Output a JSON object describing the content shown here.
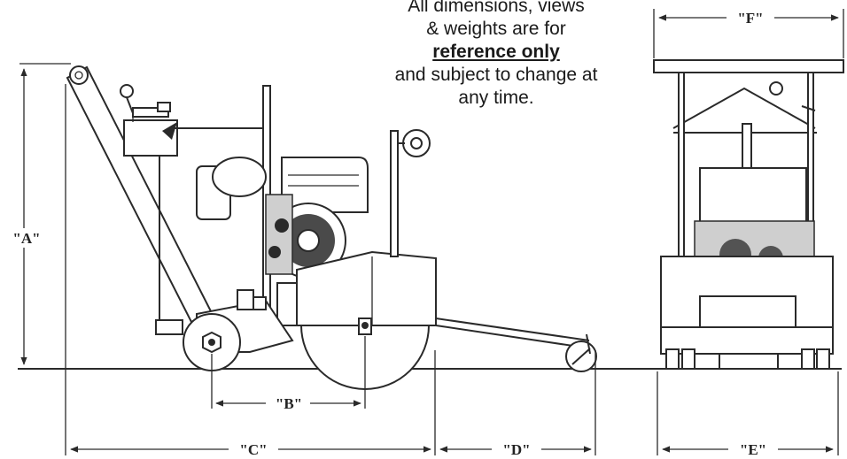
{
  "note": {
    "line1": "All dimensions, views",
    "line2": "& weights are for",
    "emphasis": "reference only",
    "line3": "and subject to change at",
    "line4": "any time."
  },
  "dimensions": {
    "a": "\"A\"",
    "b": "\"B\"",
    "c": "\"C\"",
    "d": "\"D\"",
    "e": "\"E\"",
    "f": "\"F\""
  }
}
